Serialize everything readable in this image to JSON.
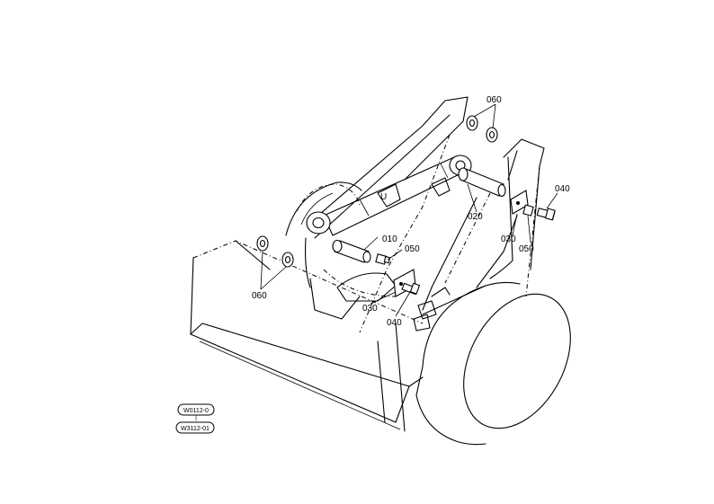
{
  "diagram": {
    "part_labels": [
      {
        "id": "callout-060-top",
        "text": "060"
      },
      {
        "id": "callout-040-right",
        "text": "040"
      },
      {
        "id": "callout-020",
        "text": "020"
      },
      {
        "id": "callout-030-right",
        "text": "030"
      },
      {
        "id": "callout-050-right",
        "text": "050"
      },
      {
        "id": "callout-010",
        "text": "010"
      },
      {
        "id": "callout-050-center",
        "text": "050"
      },
      {
        "id": "callout-060-left",
        "text": "060"
      },
      {
        "id": "callout-030-center",
        "text": "030"
      },
      {
        "id": "callout-040-center",
        "text": "040"
      }
    ],
    "reference_codes": {
      "upper": "W0112-0",
      "lower": "W3112-01"
    }
  }
}
